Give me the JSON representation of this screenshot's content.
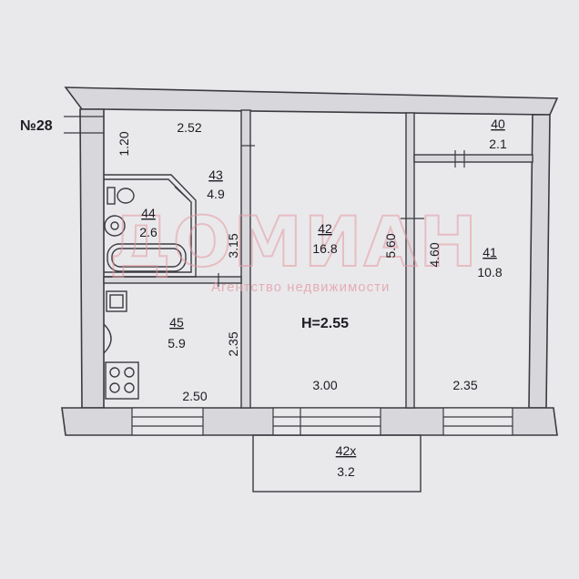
{
  "plan": {
    "building_number": "№28",
    "ceiling_height": "H=2.55",
    "rooms": [
      {
        "number": "40",
        "area": "2.1"
      },
      {
        "number": "41",
        "area": "10.8"
      },
      {
        "number": "42",
        "area": "16.8"
      },
      {
        "number": "43",
        "area": "4.9"
      },
      {
        "number": "44",
        "area": "2.6"
      },
      {
        "number": "45",
        "area": "5.9"
      },
      {
        "number": "42x",
        "area": "3.2"
      }
    ],
    "dimensions": {
      "hall_width": "2.52",
      "hall_depth": "1.20",
      "bath_depth": "3.15",
      "kitchen_depth": "2.35",
      "kitchen_width": "2.50",
      "living_width": "3.00",
      "living_depth": "5.60",
      "bedroom_depth": "4.60",
      "bedroom_width": "2.35"
    },
    "watermark": {
      "brand": "ДОМИАН",
      "tagline": "Агентство недвижимости"
    }
  },
  "colors": {
    "wall_fill": "#d8d8dc",
    "wall_stroke": "#3a3a40",
    "paper": "#e9e9ec",
    "watermark": "#e49aa0"
  }
}
